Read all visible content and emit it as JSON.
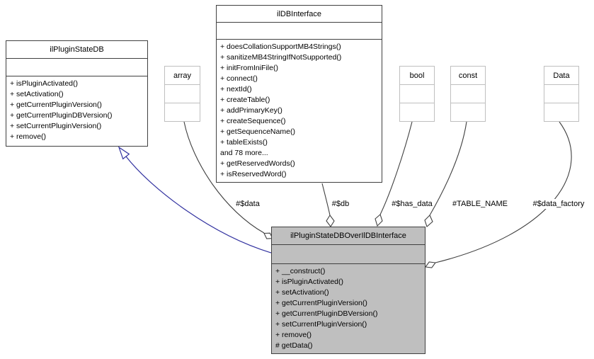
{
  "diagram": {
    "classes": {
      "plugin_state_db": {
        "title": "ilPluginStateDB",
        "methods": [
          "+ isPluginActivated()",
          "+ setActivation()",
          "+ getCurrentPluginVersion()",
          "+ getCurrentPluginDBVersion()",
          "+ setCurrentPluginVersion()",
          "+ remove()"
        ]
      },
      "db_interface": {
        "title": "ilDBInterface",
        "methods": [
          "+ doesCollationSupportMB4Strings()",
          "+ sanitizeMB4StringIfNotSupported()",
          "+ initFromIniFile()",
          "+ connect()",
          "+ nextId()",
          "+ createTable()",
          "+ addPrimaryKey()",
          "+ createSequence()",
          "+ getSequenceName()",
          "+ tableExists()",
          "and 78 more...",
          "+ getReservedWords()",
          "+ isReservedWord()"
        ]
      },
      "main": {
        "title": "ilPluginStateDBOverIlDBInterface",
        "methods": [
          "+ __construct()",
          "+ isPluginActivated()",
          "+ setActivation()",
          "+ getCurrentPluginVersion()",
          "+ getCurrentPluginDBVersion()",
          "+ setCurrentPluginVersion()",
          "+ remove()",
          "# getData()"
        ]
      },
      "types": [
        {
          "title": "array"
        },
        {
          "title": "bool"
        },
        {
          "title": "const"
        },
        {
          "title": "Data"
        }
      ]
    },
    "edge_labels": {
      "data": "#$data",
      "db": "#$db",
      "has_data": "#$has_data",
      "table_name": "#TABLE_NAME",
      "data_factory": "#$data_factory"
    },
    "colors": {
      "inheritance": "#3232a0",
      "aggregation": "#404040",
      "main_fill": "#bfbfbf",
      "type_border": "#bfbfbf",
      "box_border": "#404040"
    }
  }
}
